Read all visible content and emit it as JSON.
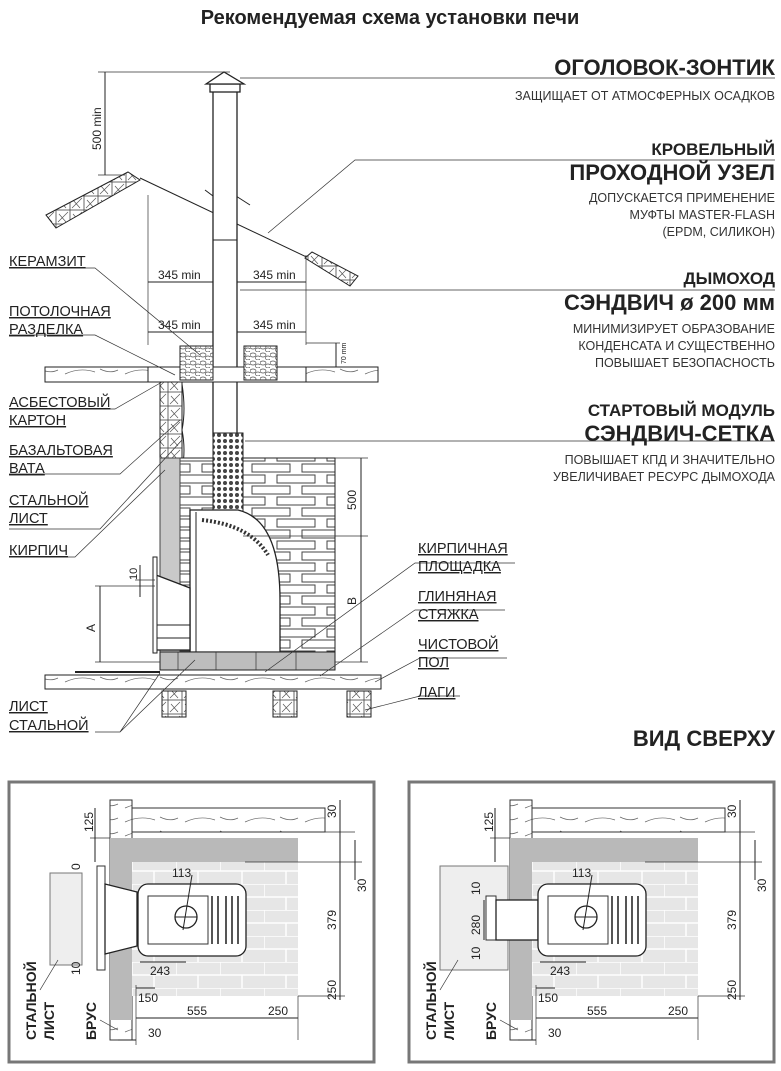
{
  "title": "Рекомендуемая схема установки печи",
  "right_labels": {
    "cap": {
      "title": "ОГОЛОВОК-ЗОНТИК",
      "desc": "ЗАЩИЩАЕТ ОТ АТМОСФЕРНЫХ ОСАДКОВ"
    },
    "roof": {
      "title1": "КРОВЕЛЬНЫЙ",
      "title2": "ПРОХОДНОЙ УЗЕЛ",
      "desc": [
        "ДОПУСКАЕТСЯ ПРИМЕНЕНИЕ",
        "МУФТЫ MASTER-FLASH",
        "(EPDM, СИЛИКОН)"
      ]
    },
    "chimney": {
      "title1": "ДЫМОХОД",
      "title2": "СЭНДВИЧ ø 200 мм",
      "desc": [
        "МИНИМИЗИРУЕТ ОБРАЗОВАНИЕ",
        "КОНДЕНСАТА И СУЩЕСТВЕННО",
        "ПОВЫШАЕТ БЕЗОПАСНОСТЬ"
      ]
    },
    "start": {
      "title1": "СТАРТОВЫЙ МОДУЛЬ",
      "title2": "СЭНДВИЧ-СЕТКА",
      "desc": [
        "ПОВЫШАЕТ КПД И ЗНАЧИТЕЛЬНО",
        "УВЕЛИЧИВАЕТ РЕСУРС ДЫМОХОДА"
      ]
    }
  },
  "left_labels": [
    [
      "КЕРАМЗИТ"
    ],
    [
      "ПОТОЛОЧНАЯ",
      "РАЗДЕЛКА"
    ],
    [
      "АСБЕСТОВЫЙ",
      "КАРТОН"
    ],
    [
      "БАЗАЛЬТОВАЯ",
      "ВАТА"
    ],
    [
      "СТАЛЬНОЙ",
      "ЛИСТ"
    ],
    [
      "КИРПИЧ"
    ],
    [
      "ЛИСТ",
      "СТАЛЬНОЙ"
    ]
  ],
  "mid_labels": [
    [
      "КИРПИЧНАЯ",
      "ПЛОЩАДКА"
    ],
    [
      "ГЛИНЯНАЯ",
      "СТЯЖКА"
    ],
    [
      "ЧИСТОВОЙ",
      "ПОЛ"
    ],
    [
      "ЛАГИ"
    ]
  ],
  "side_dims": {
    "roof_height": "500 min",
    "gap": "345 min",
    "keramzit_height": "70 mm",
    "wall_height": "500",
    "b": "B",
    "a": "A",
    "door_offset": "10"
  },
  "top_view": {
    "title": "ВИД СВЕРХУ",
    "steel_label": [
      "СТАЛЬНОЙ",
      "ЛИСТ"
    ],
    "beam_label": "БРУС",
    "panels": [
      {
        "d125": "125",
        "d_top": "0",
        "d_bot": "10",
        "d113": "113",
        "d243": "243",
        "d150": "150",
        "d555": "555",
        "d250h": "250",
        "d30b": "30",
        "d30a": "30",
        "d30c": "30",
        "d379": "379",
        "d250v": "250"
      },
      {
        "d125": "125",
        "d_top": "10",
        "d_mid": "280",
        "d_bot": "10",
        "d113": "113",
        "d243": "243",
        "d150": "150",
        "d555": "555",
        "d250h": "250",
        "d30b": "30",
        "d30a": "30",
        "d30c": "30",
        "d379": "379",
        "d250v": "250"
      }
    ]
  }
}
